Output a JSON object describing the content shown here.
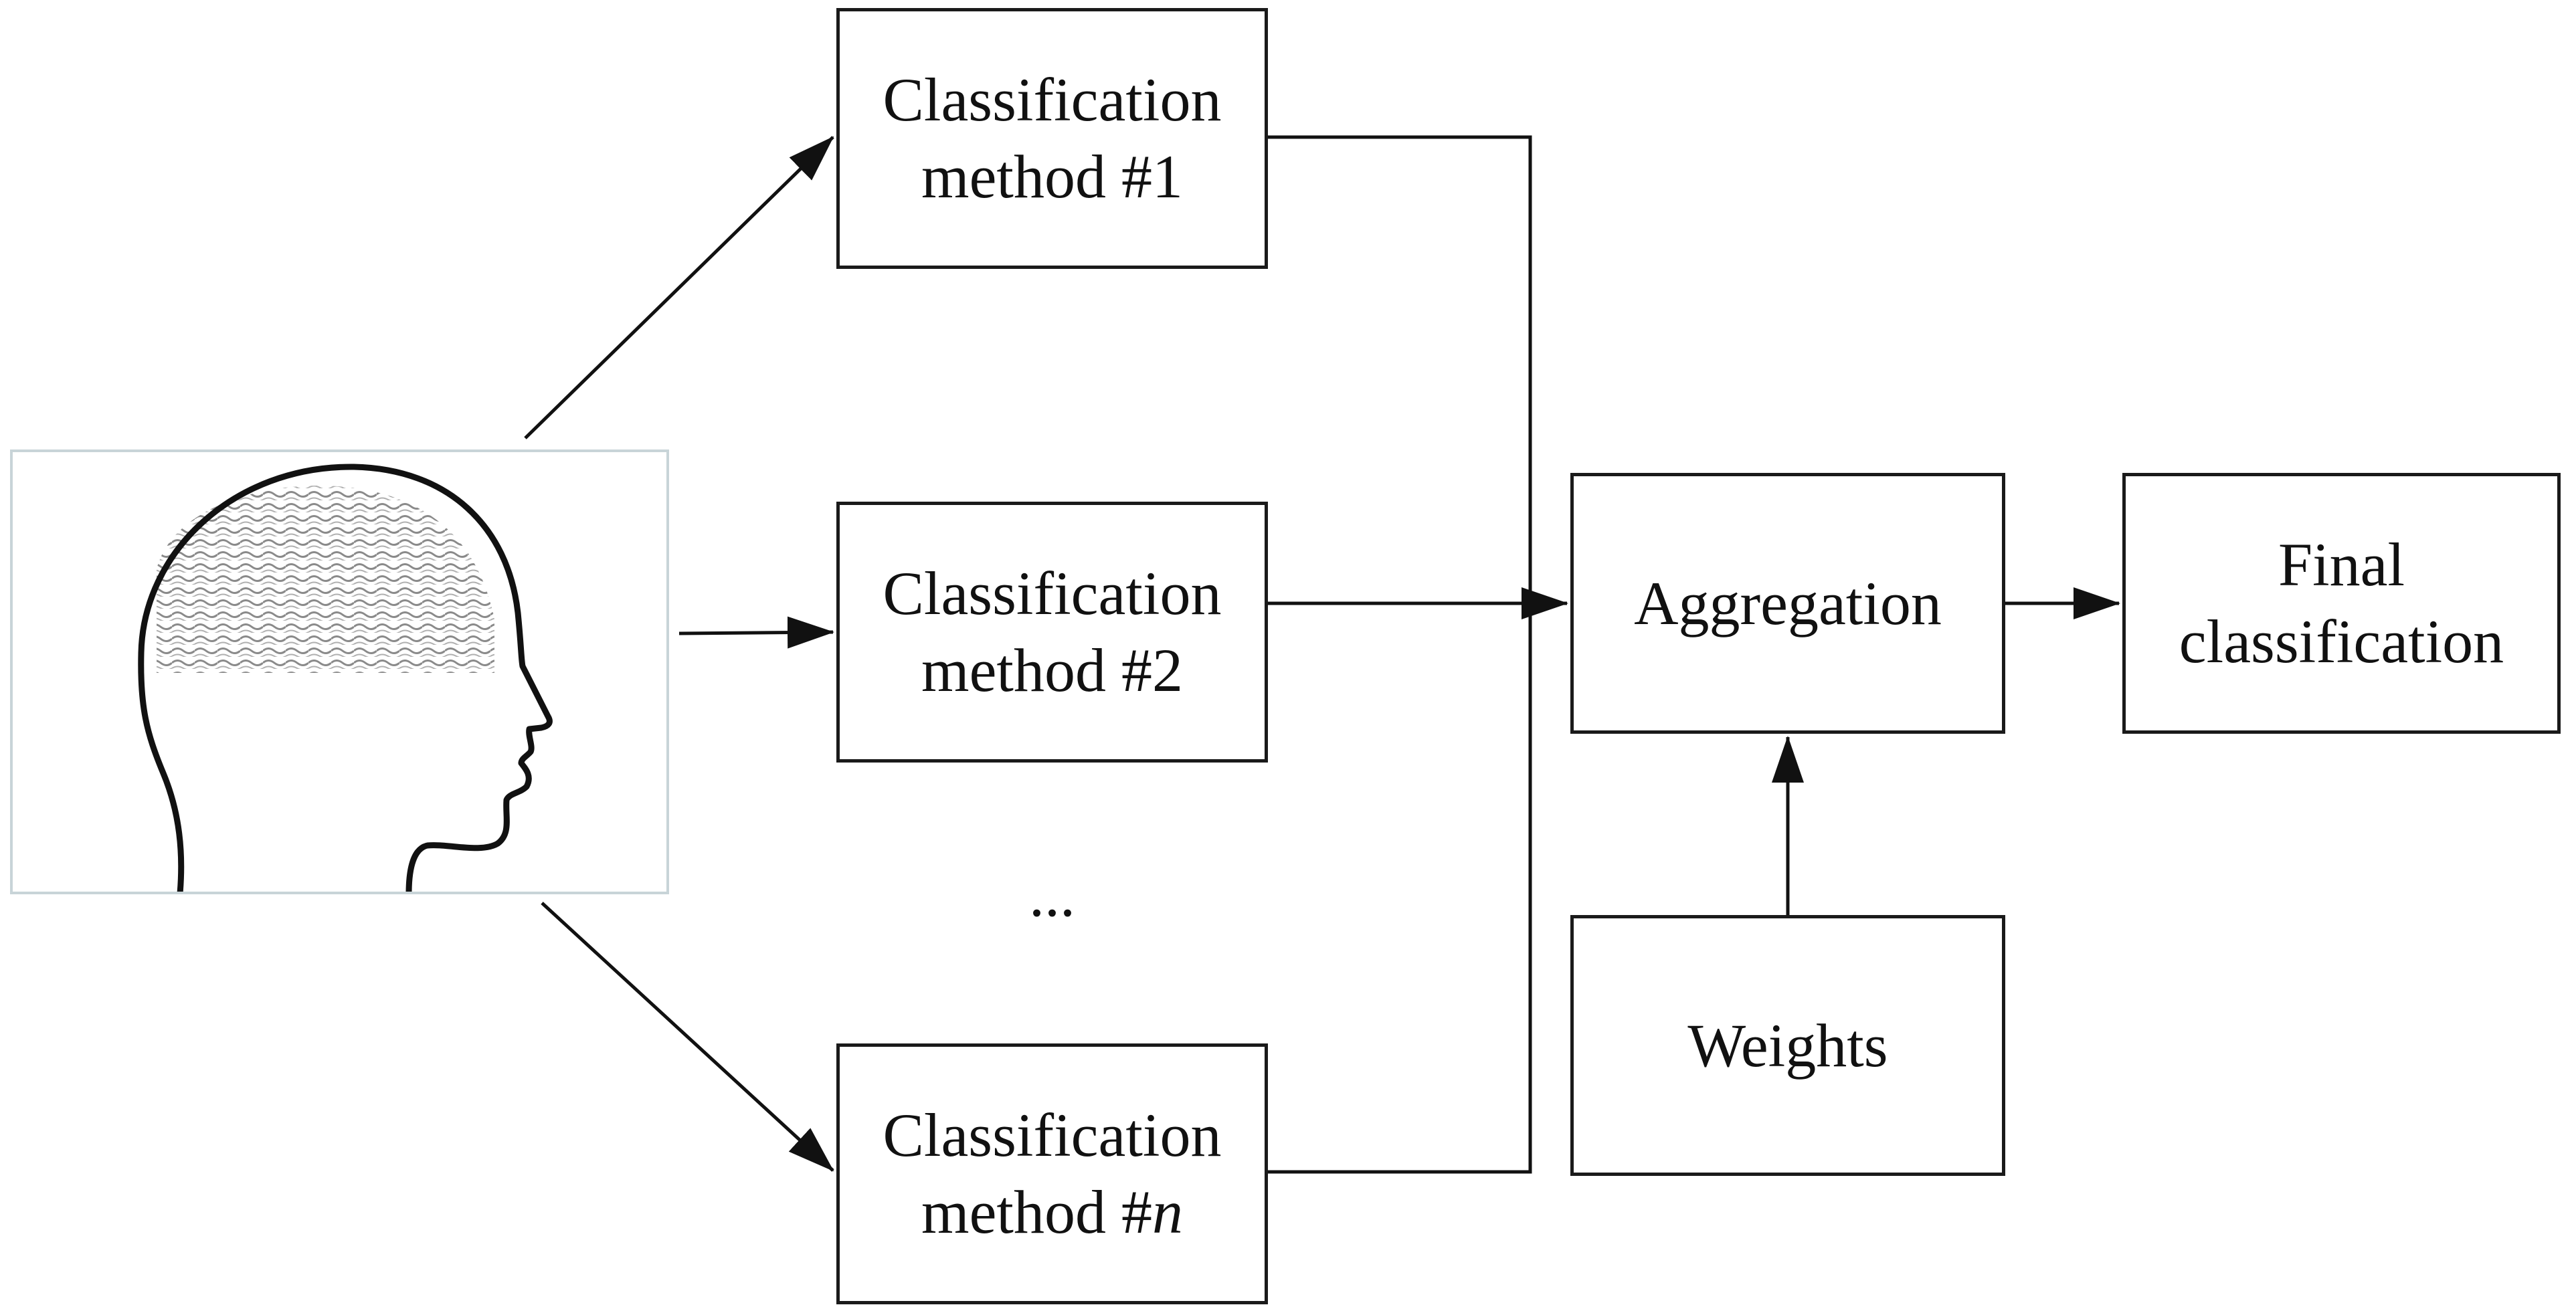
{
  "methods": [
    {
      "line1": "Classification",
      "line2": "method #1"
    },
    {
      "line1": "Classification",
      "line2": "method #2"
    },
    {
      "line1": "Classification",
      "line2": "method #",
      "line2_suffix": "n"
    }
  ],
  "ellipsis": "...",
  "aggregation": "Aggregation",
  "weights": "Weights",
  "final": {
    "line1": "Final",
    "line2": "classification"
  },
  "icons": {
    "input": "human-head-with-brain-icon"
  }
}
